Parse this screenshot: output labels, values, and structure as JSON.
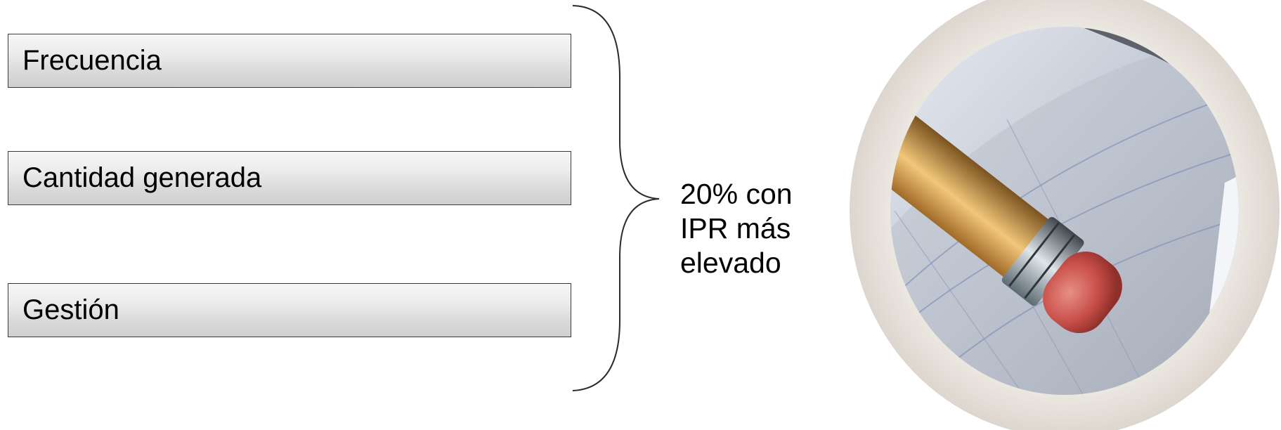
{
  "factors": [
    {
      "label": "Frecuencia"
    },
    {
      "label": "Cantidad generada"
    },
    {
      "label": "Gestión"
    }
  ],
  "result": {
    "lines": [
      "20% con",
      "IPR más",
      "elevado"
    ]
  },
  "image": {
    "subject": "pencil-eraser-on-notebook-photo"
  },
  "colors": {
    "box_border": "#3a3a3a",
    "box_fill_top": "#f7f7f7",
    "box_fill_bottom": "#cfcfcf",
    "frame": "#e3ded7",
    "eraser": "#c9504a"
  }
}
